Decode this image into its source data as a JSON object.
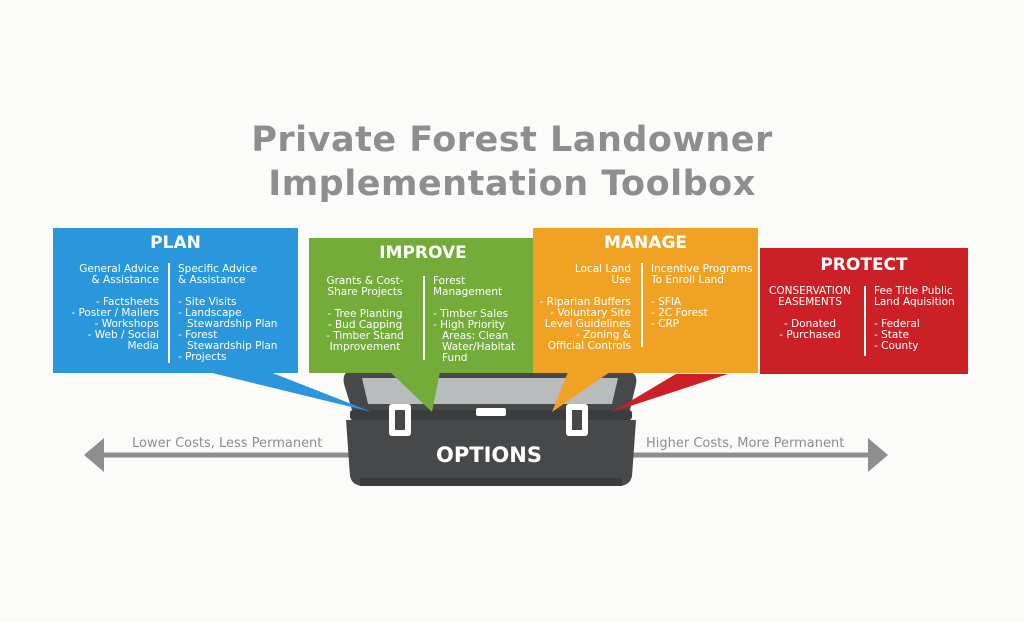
{
  "title": {
    "line1": "Private Forest Landowner",
    "line2": "Implementation Toolbox"
  },
  "colors": {
    "plan": "#2a97dc",
    "improve": "#74ac3a",
    "manage": "#f0a224",
    "protect": "#cc2027",
    "toolbox": "#46484a",
    "arrow": "#8c8f8e",
    "title": "#8c8f8e"
  },
  "plan": {
    "heading": "PLAN",
    "left": {
      "header": [
        "General Advice",
        "& Assistance"
      ],
      "items": [
        "- Factsheets",
        "- Poster / Mailers",
        "- Workshops",
        "- Web / Social",
        "Media"
      ]
    },
    "right": {
      "header": [
        "Specific Advice",
        "& Assistance"
      ],
      "items": [
        "- Site Visits",
        "- Landscape",
        "Stewardship Plan",
        "- Forest",
        "Stewardship Plan",
        "- Projects"
      ]
    }
  },
  "improve": {
    "heading": "IMPROVE",
    "left": {
      "header": [
        "Grants & Cost-",
        "Share Projects"
      ],
      "items": [
        "- Tree Planting",
        "- Bud Capping",
        "- Timber Stand",
        "Improvement"
      ]
    },
    "right": {
      "header": [
        "Forest",
        "Management"
      ],
      "items": [
        "- Timber Sales",
        "- High Priority",
        "Areas: Clean",
        "Water/Habitat",
        "Fund"
      ]
    }
  },
  "manage": {
    "heading": "MANAGE",
    "left": {
      "header": [
        "Local Land",
        "Use"
      ],
      "items": [
        "- Riparian Buffers",
        "- Voluntary Site",
        "Level Guidelines",
        "- Zoning &",
        "Official Controls"
      ]
    },
    "right": {
      "header": [
        "Incentive Programs",
        "To Enroll Land"
      ],
      "items": [
        "- SFIA",
        "- 2C Forest",
        "- CRP"
      ]
    }
  },
  "protect": {
    "heading": "PROTECT",
    "left": {
      "header": [
        "CONSERVATION",
        "EASEMENTS"
      ],
      "items": [
        "- Donated",
        "- Purchased"
      ]
    },
    "right": {
      "header": [
        "Fee Title Public",
        "Land Aquisition"
      ],
      "items": [
        "- Federal",
        "- State",
        "- County"
      ]
    }
  },
  "toolbox": {
    "label": "OPTIONS"
  },
  "scale": {
    "left_label": "Lower Costs, Less Permanent",
    "right_label": "Higher Costs, More Permanent"
  }
}
